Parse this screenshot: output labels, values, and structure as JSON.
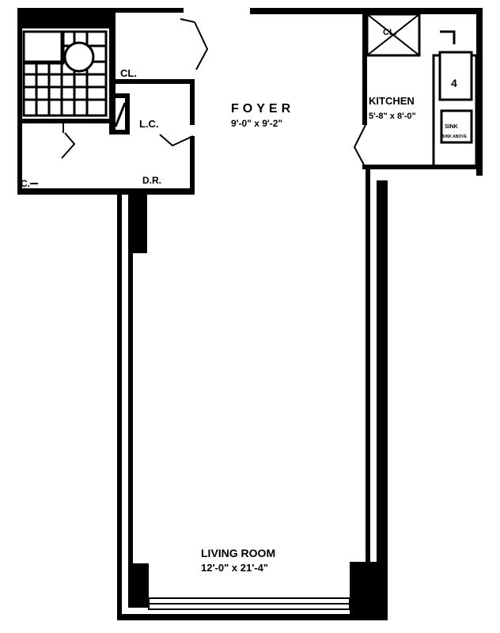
{
  "plan": {
    "rooms": {
      "foyer": {
        "name": "FOYER",
        "dims": "9'-0\" x 9'-2\""
      },
      "kitchen": {
        "name": "KITCHEN",
        "dims": "5'-8\" x 8'-0\""
      },
      "living_room": {
        "name": "LIVING ROOM",
        "dims": "12'-0\" x 21'-4\""
      }
    },
    "labels": {
      "closet_top": "CL.",
      "closet_left": "C.",
      "linen_closet": "L.C.",
      "dressing_room": "D.R.",
      "kitchen_closet": "CL.",
      "range_number": "4",
      "sink": "SINK",
      "sink_note": "SINK ABOVE"
    }
  }
}
